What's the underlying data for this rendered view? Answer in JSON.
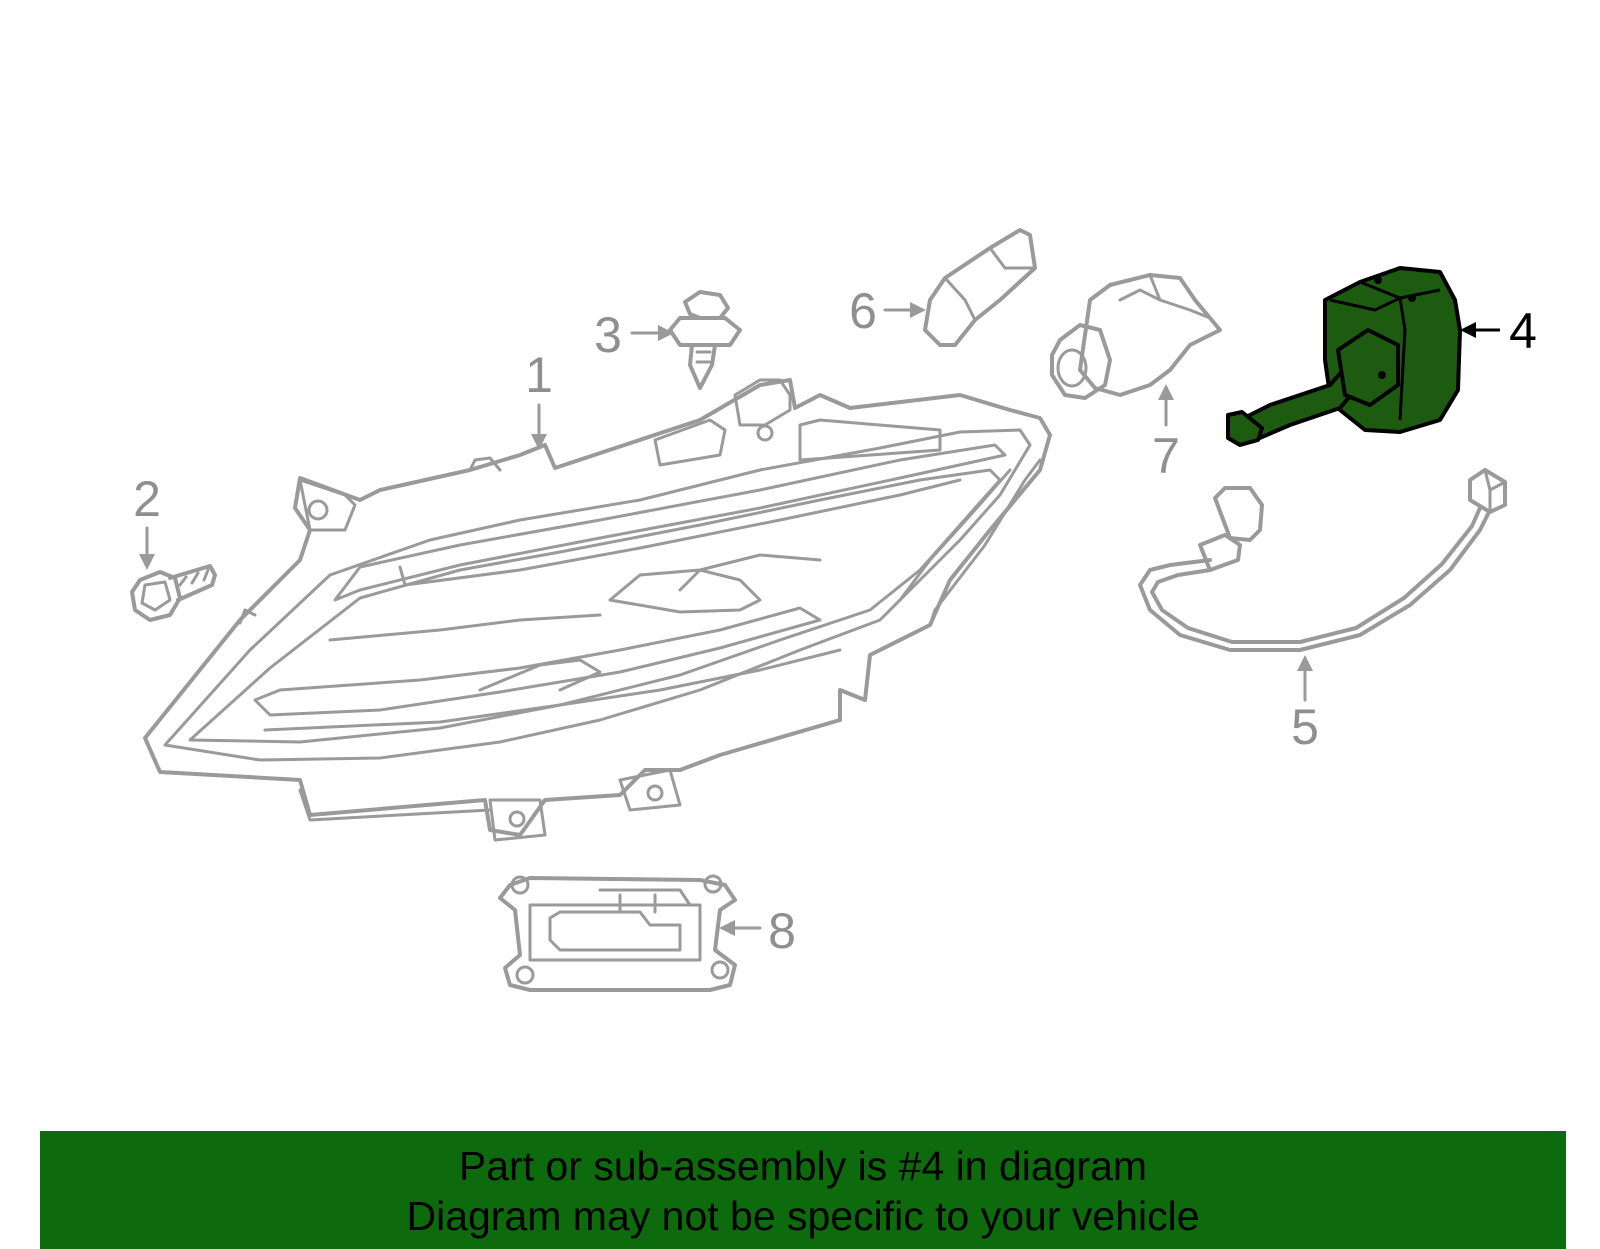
{
  "callouts": [
    {
      "id": "1",
      "label": "1"
    },
    {
      "id": "2",
      "label": "2"
    },
    {
      "id": "3",
      "label": "3"
    },
    {
      "id": "4",
      "label": "4",
      "highlighted": true
    },
    {
      "id": "5",
      "label": "5"
    },
    {
      "id": "6",
      "label": "6"
    },
    {
      "id": "7",
      "label": "7"
    },
    {
      "id": "8",
      "label": "8"
    }
  ],
  "colors": {
    "highlight_part": "#1d5c10",
    "banner_background": "#0d6a0d",
    "line_art": "#9a9a9a",
    "highlight_label": "#000000"
  },
  "banner": {
    "line1": "Part or sub-assembly is #4 in diagram",
    "line2": "Diagram may not be specific to your vehicle"
  }
}
